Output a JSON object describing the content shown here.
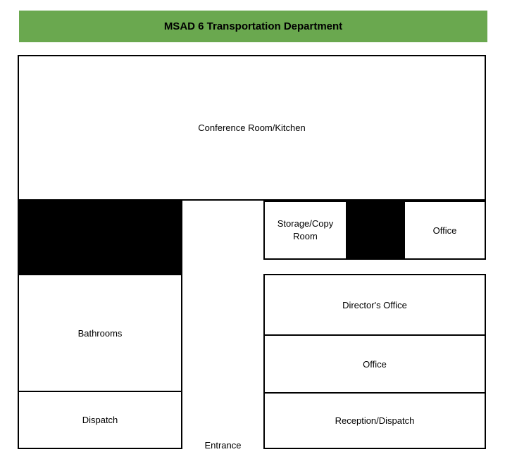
{
  "header": {
    "title": "MSAD 6 Transportation Department",
    "bg_color": "#6aa84f"
  },
  "floorplan": {
    "conference_room": {
      "label": "Conference Room/Kitchen"
    },
    "storage_copy_room": {
      "label": "Storage/Copy Room"
    },
    "office_top_right": {
      "label": "Office"
    },
    "bathrooms": {
      "label": "Bathrooms"
    },
    "dispatch": {
      "label": "Dispatch"
    },
    "directors_office": {
      "label": "Director's Office"
    },
    "office_middle_right": {
      "label": "Office"
    },
    "reception_dispatch": {
      "label": "Reception/Dispatch"
    },
    "entrance": {
      "label": "Entrance"
    }
  },
  "colors": {
    "accent_green": "#6aa84f",
    "blocked_area_fill": "#000000",
    "room_border": "#000000",
    "background": "#ffffff"
  }
}
